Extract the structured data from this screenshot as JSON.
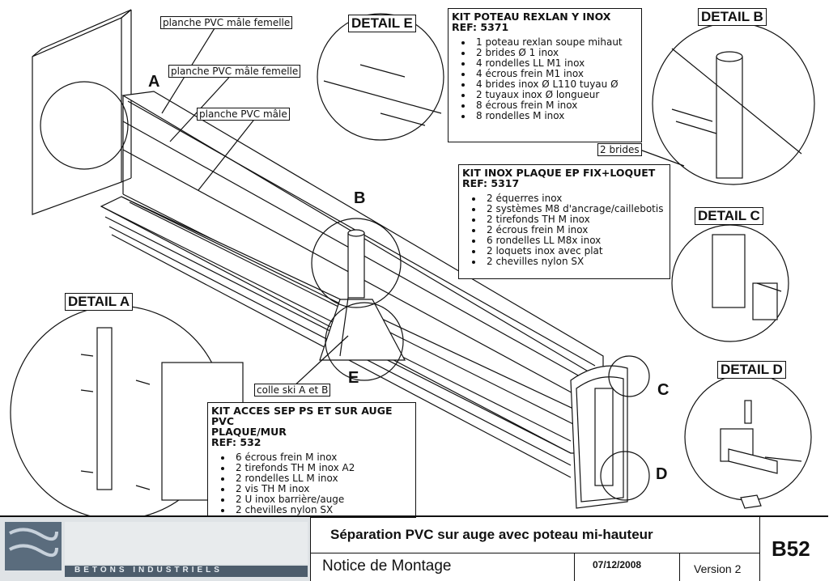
{
  "drawing": {
    "labels": {
      "planche_1": "planche PVC mâle femelle",
      "planche_2": "planche PVC mâle femelle",
      "planche_3": "planche PVC mâle",
      "colle": "colle ski A et B",
      "brides": "2 brides"
    },
    "letters": {
      "a": "A",
      "b": "B",
      "c": "C",
      "d": "D",
      "e": "E"
    },
    "details": {
      "a": "DETAIL A",
      "b": "DETAIL B",
      "c": "DETAIL C",
      "d": "DETAIL D",
      "e": "DETAIL E"
    }
  },
  "kits": {
    "poteau": {
      "title": "KIT POTEAU REXLAN Y INOX",
      "ref": "REF: 5371",
      "items": [
        "1 poteau rexlan soupe mihaut",
        "2 brides Ø 1 inox",
        "4 rondelles LL M1 inox",
        "4 écrous frein M1 inox",
        "4 brides inox Ø L110 tuyau Ø",
        "2 tuyaux inox Ø longueur",
        "8 écrous frein M inox",
        "8 rondelles M inox"
      ]
    },
    "plaque": {
      "title": "KIT INOX PLAQUE EP FIX+LOQUET",
      "ref": "REF: 5317",
      "items": [
        "2 équerres inox",
        "2 systèmes M8 d'ancrage/caillebotis",
        "2 tirefonds TH M inox",
        "2 écrous frein M inox",
        "6 rondelles LL M8x inox",
        "2 loquets inox avec plat",
        "2 chevilles nylon SX"
      ]
    },
    "acces": {
      "title": "KIT ACCES SEP PS ET SUR AUGE PVC",
      "title2": "PLAQUE/MUR",
      "ref": "REF: 532",
      "items": [
        "6 écrous frein M inox",
        "2 tirefonds TH M inox A2",
        "2 rondelles LL M inox",
        "2 vis TH M inox",
        "2 U inox barrière/auge",
        "2 chevilles nylon SX"
      ]
    }
  },
  "titleblock": {
    "logo_text": "BETONS INDUSTRIELS",
    "title": "Séparation PVC sur auge avec poteau mi-hauteur",
    "subtitle": "Notice de Montage",
    "date": "07/12/2008",
    "version": "Version 2",
    "code": "B52"
  }
}
